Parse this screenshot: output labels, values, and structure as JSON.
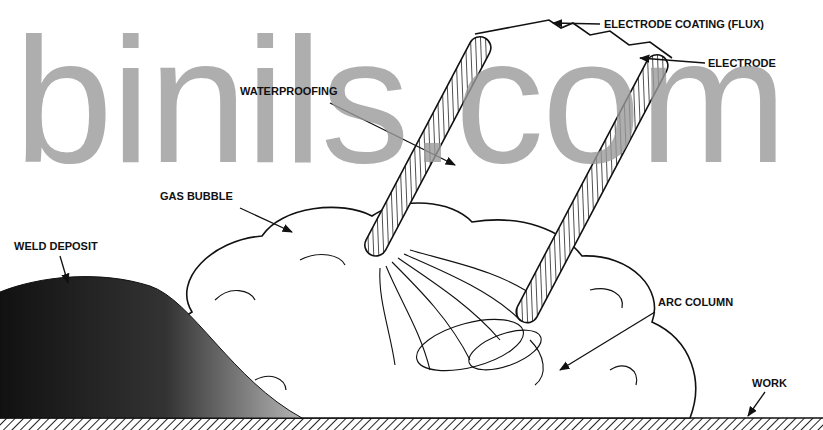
{
  "diagram": {
    "labels": [
      "ELECTRODE COATING (FLUX)",
      "ELECTRODE",
      "binils.com",
      "WATERPROOFING",
      "GAS BUBBLE",
      "WELD DEPOSIT",
      "ARC COLUMN",
      "WORK"
    ]
  }
}
